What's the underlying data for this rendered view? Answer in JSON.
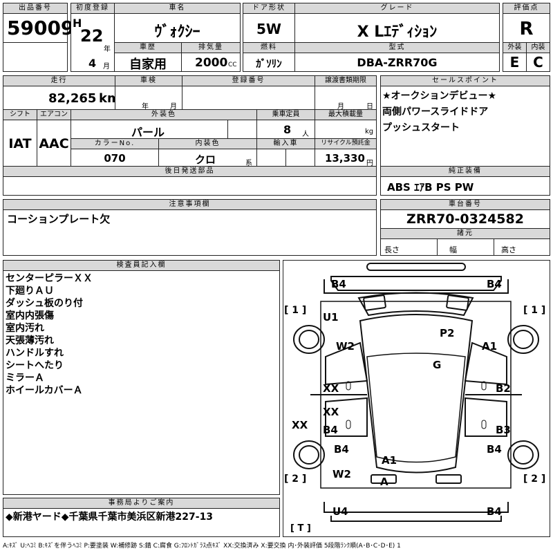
{
  "header": {
    "lot_label": "出品番号",
    "lot_no": "59009",
    "first_reg_label": "初度登録",
    "era": "H",
    "first_reg_year": "22",
    "year_unit": "年",
    "first_reg_month": "4",
    "month_unit": "月",
    "car_name_label": "車名",
    "car_name": "ｳﾞｫｸｼｰ",
    "history_label": "車歴",
    "history": "自家用",
    "displacement_label": "排気量",
    "displacement": "2000",
    "displacement_unit": "CC",
    "door_label": "ドア形状",
    "door": "5W",
    "fuel_label": "燃料",
    "fuel": "ｶﾞｿﾘﾝ",
    "grade_label": "グレード",
    "grade": "X Lｴﾃﾞｨｼｮﾝ",
    "model_label": "型式",
    "model": "DBA-ZRR70G",
    "score_label": "評価点",
    "score": "R",
    "ext_label": "外装",
    "ext_grade": "E",
    "int_label": "内装",
    "int_grade": "C"
  },
  "row2": {
    "mileage_label": "走行",
    "mileage": "82,265",
    "mileage_unit": "km",
    "inspection_label": "車検",
    "inspection_year_unit": "年",
    "inspection_month_unit": "月",
    "reg_no_label": "登録番号",
    "doc_deadline_label": "譲渡書類期限",
    "doc_month_unit": "月",
    "doc_day_unit": "日",
    "shift_label": "シフト",
    "shift": "IAT",
    "ac_label": "エアコン",
    "ac": "AAC",
    "ext_color_label": "外装色",
    "ext_color": "パール",
    "capacity_label": "乗車定員",
    "capacity": "8",
    "capacity_unit": "人",
    "max_load_label": "最大積載量",
    "max_load_unit": "kg",
    "color_no_label": "カラーNo.",
    "color_no": "070",
    "int_color_label": "内装色",
    "int_color": "クロ",
    "int_color_suffix": "系",
    "import_label": "輸入車",
    "recycle_label": "リサイクル預託金",
    "recycle": "13,330",
    "recycle_unit": "円",
    "later_parts_label": "後日発送部品"
  },
  "sales_points": {
    "label": "セールスポイント",
    "lines": [
      "★オークションデビュー★",
      "両側パワースライドドア",
      "プッシュスタート"
    ]
  },
  "equipment": {
    "label": "純正装備",
    "value": "ABS ｴｱB PS PW"
  },
  "notes": {
    "label": "注意事項欄",
    "text": "コーションプレート欠"
  },
  "chassis": {
    "label": "車台番号",
    "value": "ZRR70-0324582",
    "specs_label": "諸元",
    "length_label": "長さ",
    "width_label": "幅",
    "height_label": "高さ"
  },
  "inspector": {
    "label": "検査員記入欄",
    "lines": [
      "センターピラーＸＸ",
      "下廻りＡＵ",
      "ダッシュ板のり付",
      "室内内張傷",
      "室内汚れ",
      "天張薄汚れ",
      "ハンドルすれ",
      "シートへたり",
      "ミラーＡ",
      "ホイールカバーＡ"
    ]
  },
  "diagram": {
    "bracket_fl": "[ 1 ]",
    "bracket_fr": "[ 1 ]",
    "bracket_rl": "[ 2 ]",
    "bracket_rr": "[ 2 ]",
    "bracket_t": "[ T ]",
    "marks": [
      "B4",
      "B4",
      "U1",
      "P2",
      "W2",
      "A1",
      "G",
      "XX",
      "B2",
      "XX",
      "XX",
      "B4",
      "B3",
      "B4",
      "B4",
      "A1",
      "W2",
      "A",
      "U4",
      "B4"
    ]
  },
  "office": {
    "label": "事務局よりご案内",
    "text": "◆新港ヤード◆千葉県千葉市美浜区新港227-13"
  },
  "legend": "A:ｷｽﾞ U:ﾍｺﾐ B:ｷｽﾞを伴うﾍｺﾐ P:要塗装 W:補修跡 S:錆 C:腐食 G:ﾌﾛﾝﾄｶﾞﾗｽ点ｷｽﾞ XX:交換済み X:要交換 内･外装評価 5段階ﾗﾝｸ順(A･B･C･D･E) 1"
}
